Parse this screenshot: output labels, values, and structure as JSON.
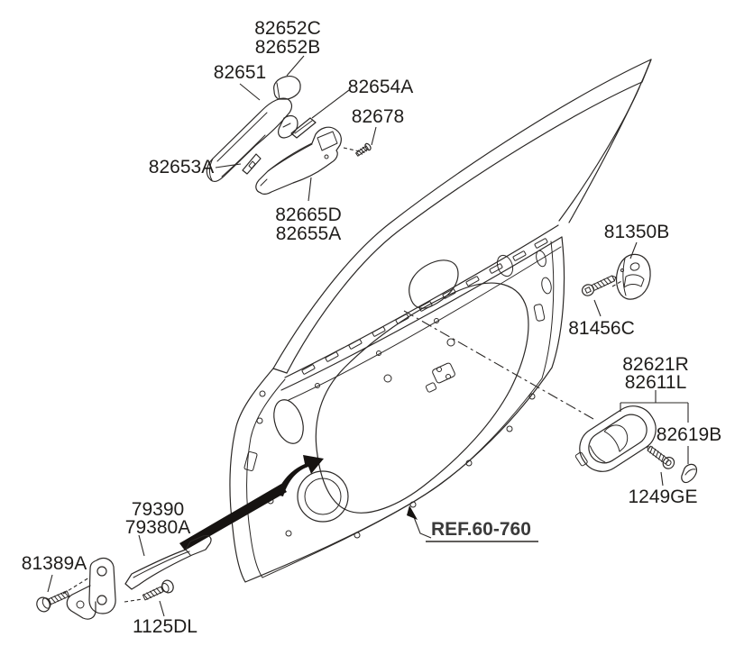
{
  "diagram": {
    "background": "#ffffff",
    "line_color": "#2b2826",
    "text_color": "#1f1d1b",
    "labels": {
      "handle_cap_top": "82652C",
      "handle_cap_bottom": "82652B",
      "outside_handle": "82651",
      "handle_pad": "82654A",
      "handle_screw": "82678",
      "handle_gasket": "82653A",
      "handle_base_top": "82665D",
      "handle_base_bottom": "82655A",
      "door_latch": "81350B",
      "latch_screw": "81456C",
      "inside_handle_right": "82621R",
      "inside_handle_left": "82611L",
      "inside_handle_cap": "82619B",
      "inside_handle_screw": "1249GE",
      "door_checker_top": "79390",
      "door_checker_bottom": "79380A",
      "checker_body_bolt": "81389A",
      "checker_arm_bolt": "1125DL",
      "door_panel_ref": "REF.60-760"
    }
  }
}
